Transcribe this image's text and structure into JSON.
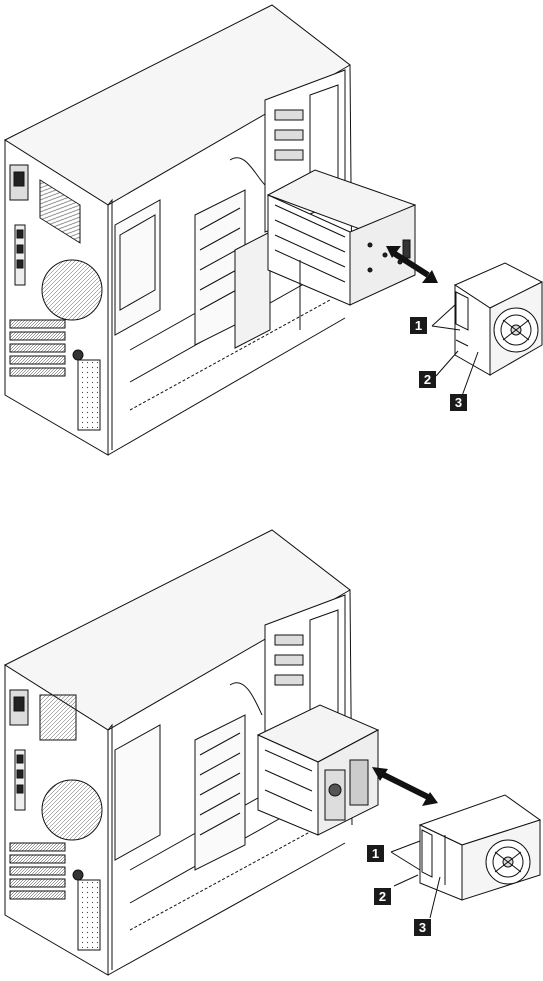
{
  "figures": [
    {
      "id": "removal-fan-behind-cage",
      "callouts": [
        "1",
        "2",
        "3"
      ]
    },
    {
      "id": "removal-fan-cage-rotated",
      "callouts": [
        "1",
        "2",
        "3"
      ]
    }
  ]
}
